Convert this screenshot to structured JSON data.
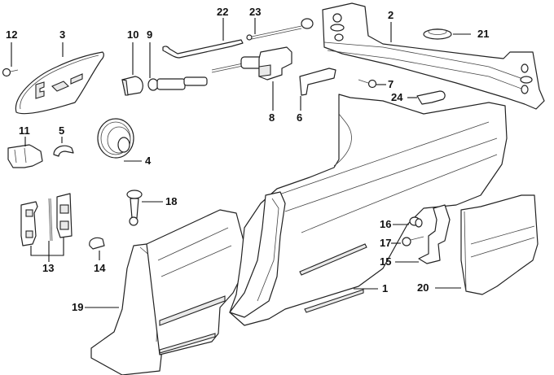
{
  "diagram": {
    "type": "exploded-parts-diagram",
    "subject": "Side panel / rear quarter panel body parts",
    "callouts": [
      {
        "id": "1",
        "label": "1",
        "part": "side-panel"
      },
      {
        "id": "2",
        "label": "2",
        "part": "rear-crossmember"
      },
      {
        "id": "3",
        "label": "3",
        "part": "fuel-flap"
      },
      {
        "id": "4",
        "label": "4",
        "part": "grommet-rubber-boot"
      },
      {
        "id": "5",
        "label": "5",
        "part": "clip"
      },
      {
        "id": "6",
        "label": "6",
        "part": "bracket"
      },
      {
        "id": "7",
        "label": "7",
        "part": "screw"
      },
      {
        "id": "8",
        "label": "8",
        "part": "actuator"
      },
      {
        "id": "9",
        "label": "9",
        "part": "locking-pin"
      },
      {
        "id": "10",
        "label": "10",
        "part": "cap"
      },
      {
        "id": "11",
        "label": "11",
        "part": "holder"
      },
      {
        "id": "12",
        "label": "12",
        "part": "screw"
      },
      {
        "id": "13",
        "label": "13",
        "part": "hinge-set"
      },
      {
        "id": "14",
        "label": "14",
        "part": "clip"
      },
      {
        "id": "15",
        "label": "15",
        "part": "bracket"
      },
      {
        "id": "16",
        "label": "16",
        "part": "expanding-nut"
      },
      {
        "id": "17",
        "label": "17",
        "part": "screw"
      },
      {
        "id": "18",
        "label": "18",
        "part": "spreader-rivet"
      },
      {
        "id": "19",
        "label": "19",
        "part": "pillar-panel"
      },
      {
        "id": "20",
        "label": "20",
        "part": "rear-panel-section"
      },
      {
        "id": "21",
        "label": "21",
        "part": "plug"
      },
      {
        "id": "22",
        "label": "22",
        "part": "rod"
      },
      {
        "id": "23",
        "label": "23",
        "part": "cable"
      },
      {
        "id": "24",
        "label": "24",
        "part": "retainer"
      }
    ]
  }
}
